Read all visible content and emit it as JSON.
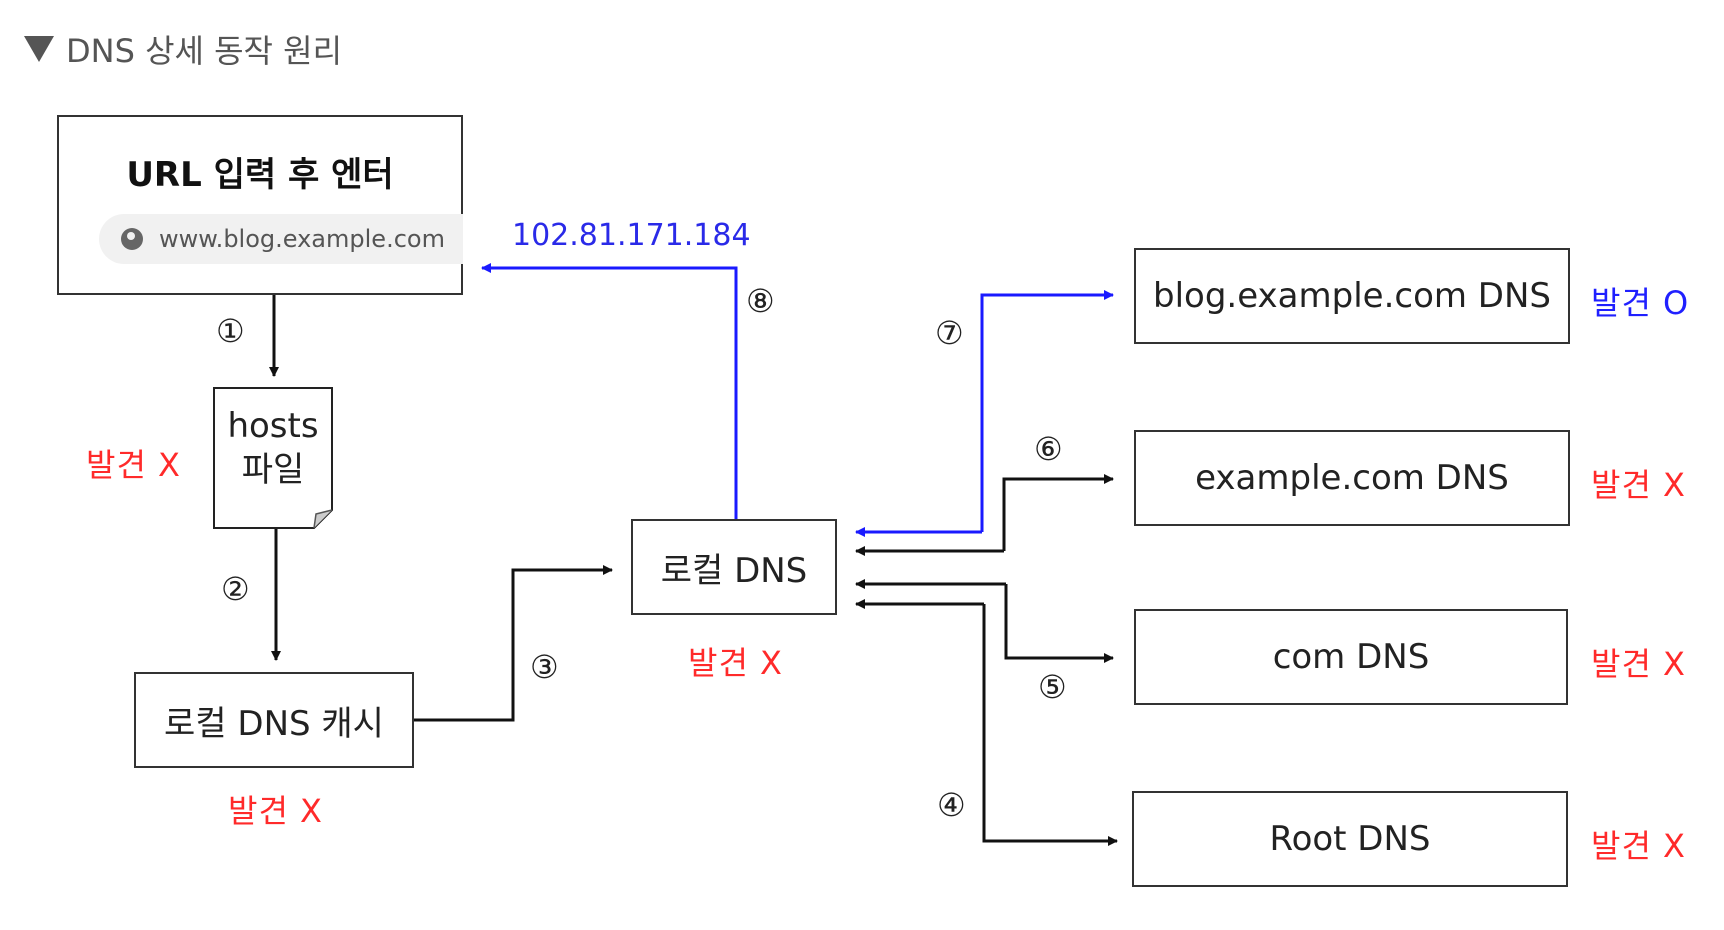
{
  "header": {
    "toggle_icon": "triangle-down-icon",
    "title": "DNS 상세 동작 원리"
  },
  "diagram": {
    "url_box": {
      "title": "URL 입력 후 엔터",
      "address_icon": "globe-icon",
      "address": "www.blog.example.com"
    },
    "hosts_file": {
      "line1": "hosts",
      "line2": "파일",
      "status": "발견 X"
    },
    "local_dns_cache": {
      "label": "로컬 DNS 캐시",
      "status": "발견 X"
    },
    "local_dns": {
      "label": "로컬 DNS",
      "status": "발견 X"
    },
    "resolved_ip": "102.81.171.184",
    "servers": [
      {
        "label": "blog.example.com DNS",
        "status": "발견 O",
        "found": true
      },
      {
        "label": "example.com DNS",
        "status": "발견 X",
        "found": false
      },
      {
        "label": "com DNS",
        "status": "발견 X",
        "found": false
      },
      {
        "label": "Root DNS",
        "status": "발견 X",
        "found": false
      }
    ],
    "steps": [
      "①",
      "②",
      "③",
      "④",
      "⑤",
      "⑥",
      "⑦",
      "⑧"
    ],
    "colors": {
      "found": "#2020ff",
      "not_found": "#ff2a2a",
      "line": "#111111",
      "answer_line": "#1a1aff"
    }
  }
}
